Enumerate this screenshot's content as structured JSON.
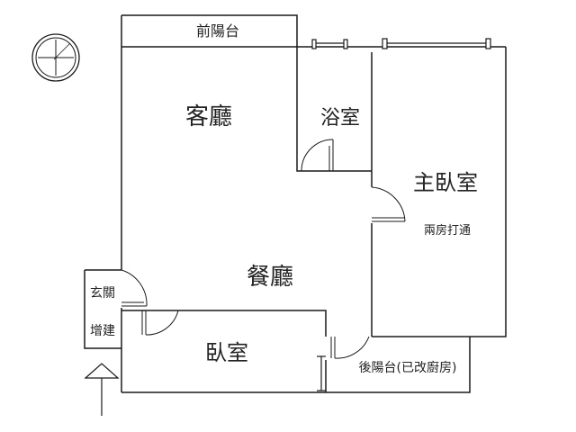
{
  "rooms": {
    "front_balcony": "前陽台",
    "living_room": "客廳",
    "bathroom": "浴室",
    "master_bedroom": "主臥室",
    "master_note": "兩房打通",
    "dining_room": "餐廳",
    "entrance": "玄關",
    "extension": "增建",
    "bedroom": "臥室",
    "back_balcony": "後陽台(已改廚房)"
  },
  "colors": {
    "wall": "#1a1a1a",
    "text": "#222222"
  },
  "icons": {
    "compass": "compass-icon",
    "entry_arrow": "entry-arrow-icon"
  }
}
